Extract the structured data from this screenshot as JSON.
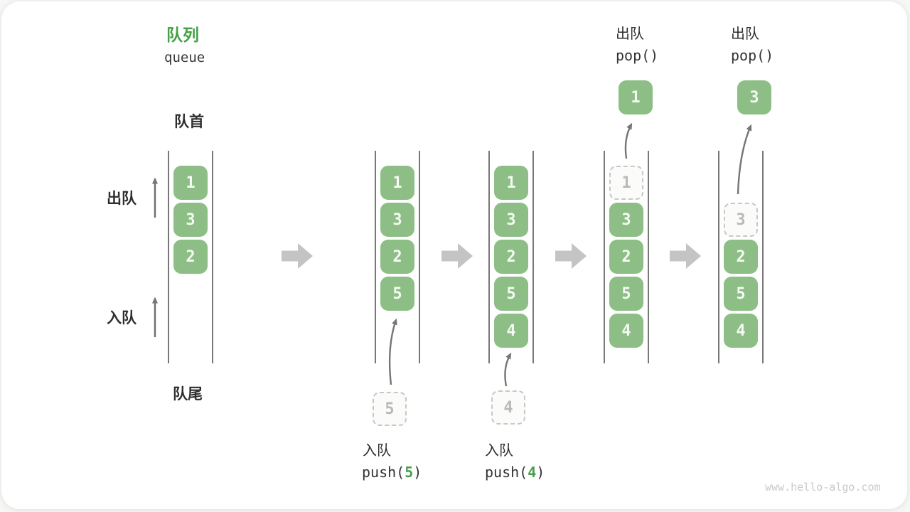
{
  "title": {
    "zh": "队列",
    "en": "queue"
  },
  "side_labels": {
    "front": "队首",
    "rear": "队尾",
    "dequeue": "出队",
    "enqueue": "入队"
  },
  "states": [
    {
      "name": "initial",
      "slots": [
        "1",
        "3",
        "2"
      ]
    },
    {
      "name": "after-push-5",
      "slots": [
        "1",
        "3",
        "2",
        "5"
      ],
      "incoming_value": "5",
      "op": {
        "zh": "入队",
        "code_pre": "push(",
        "code_arg": "5",
        "code_post": ")"
      }
    },
    {
      "name": "after-push-4",
      "slots": [
        "1",
        "3",
        "2",
        "5",
        "4"
      ],
      "incoming_value": "4",
      "op": {
        "zh": "入队",
        "code_pre": "push(",
        "code_arg": "4",
        "code_post": ")"
      }
    },
    {
      "name": "after-pop-1",
      "ghost_value": "1",
      "slots": [
        "3",
        "2",
        "5",
        "4"
      ],
      "popped_value": "1",
      "op": {
        "zh": "出队",
        "code": "pop()"
      }
    },
    {
      "name": "after-pop-3",
      "ghost_value": "3",
      "slots": [
        "2",
        "5",
        "4"
      ],
      "popped_value": "3",
      "op": {
        "zh": "出队",
        "code": "pop()"
      }
    }
  ],
  "watermark": "www.hello-algo.com",
  "colors": {
    "box_green": "#8cbe85",
    "accent_green": "#45a049",
    "channel_line": "#4a4a4a",
    "thin_arrow": "#757575",
    "flow_arrow": "#c4c4c4",
    "ghost_grey": "#c8c8c8"
  }
}
